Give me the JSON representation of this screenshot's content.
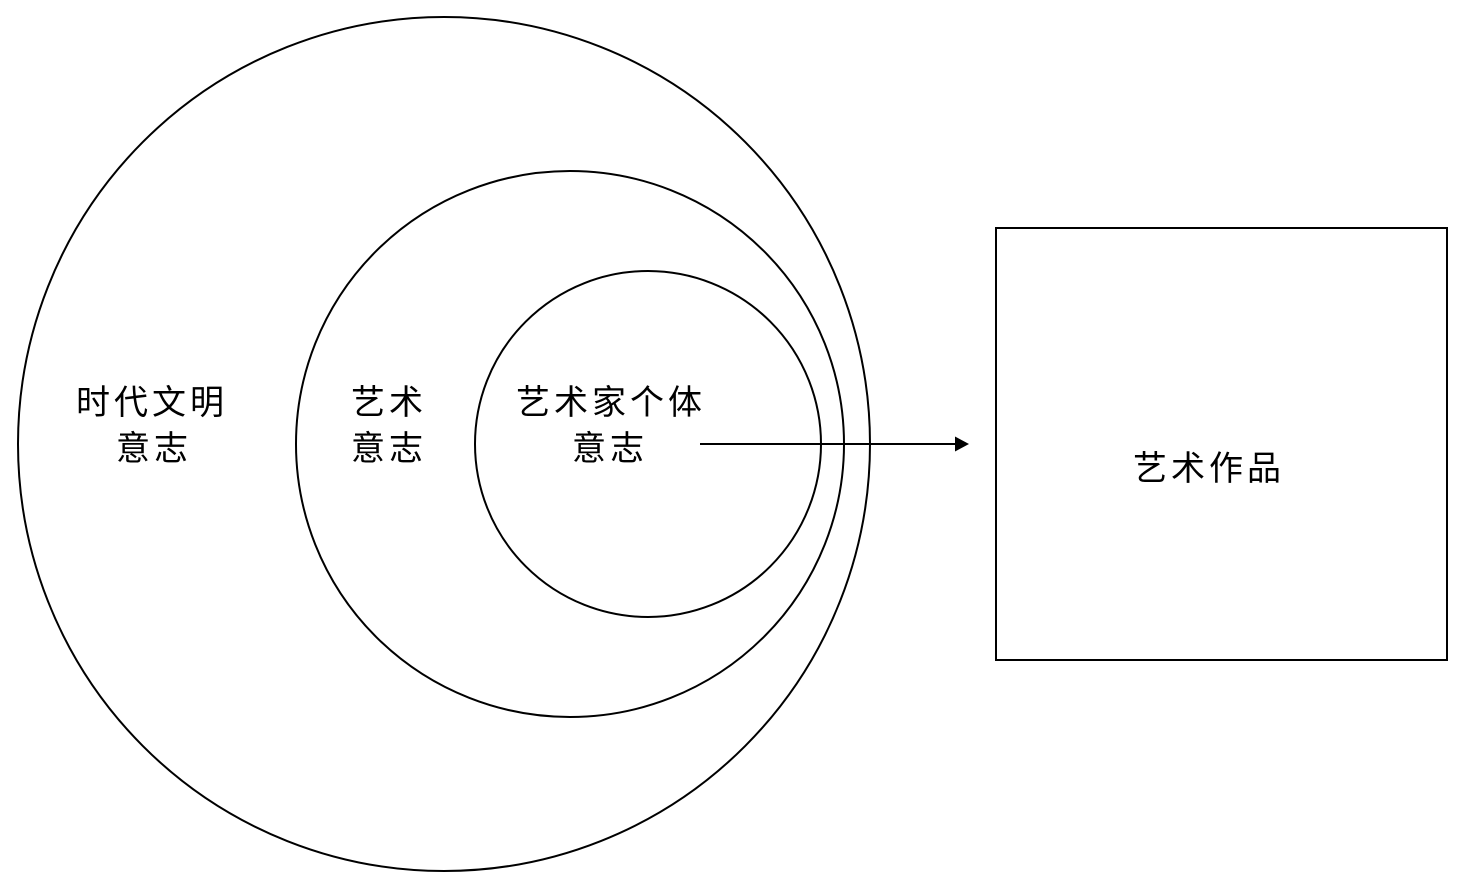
{
  "labels": {
    "era_civilization_will": [
      "时代文明",
      "意志"
    ],
    "art_will": [
      "艺术",
      "意志"
    ],
    "artist_individual_will": [
      "艺术家个体",
      "意志"
    ],
    "artwork": "艺术作品"
  },
  "colors": {
    "stroke": "#000000",
    "background": "#ffffff"
  }
}
